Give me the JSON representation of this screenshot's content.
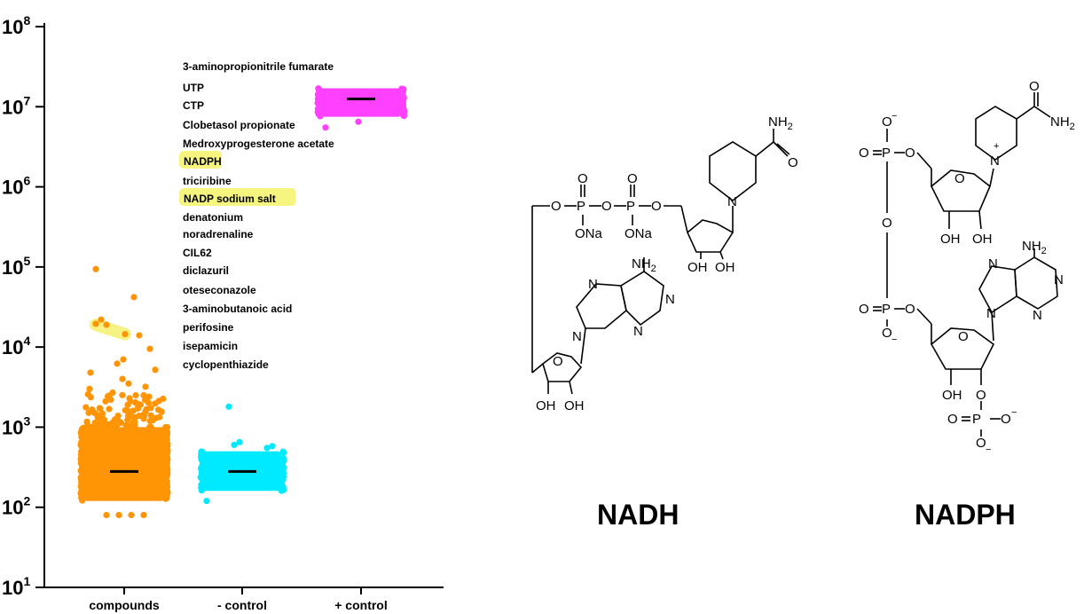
{
  "chart_data": {
    "type": "scatter",
    "yscale": "log",
    "ylim": [
      10,
      100000000
    ],
    "yticks": [
      {
        "base": "10",
        "exp": "1",
        "value": 10
      },
      {
        "base": "10",
        "exp": "2",
        "value": 100
      },
      {
        "base": "10",
        "exp": "3",
        "value": 1000
      },
      {
        "base": "10",
        "exp": "4",
        "value": 10000
      },
      {
        "base": "10",
        "exp": "5",
        "value": 100000
      },
      {
        "base": "10",
        "exp": "6",
        "value": 1000000
      },
      {
        "base": "10",
        "exp": "7",
        "value": 10000000
      },
      {
        "base": "10",
        "exp": "8",
        "value": 100000000
      }
    ],
    "categories": [
      "compounds",
      "- control",
      "+ control"
    ],
    "series": [
      {
        "category": "compounds",
        "color": "#FF9505",
        "median": 280,
        "min": 120,
        "max": 1000,
        "outliers": [
          80,
          80,
          80,
          80,
          2400,
          2200,
          2500,
          2100,
          1800,
          1700,
          1600,
          1500,
          1900,
          3000,
          4000,
          5200,
          6200,
          9500,
          14500,
          19500,
          19000,
          14000,
          22000,
          42000,
          94000,
          3500,
          4800,
          7000,
          1300,
          1200,
          1400,
          2700,
          3200
        ]
      },
      {
        "category": "- control",
        "color": "#00EAFF",
        "median": 280,
        "min": 160,
        "max": 500,
        "outliers": [
          120,
          650,
          580,
          600,
          550,
          1800
        ]
      },
      {
        "category": "+ control",
        "color": "#FF40FF",
        "median": 12500000,
        "min": 7500000,
        "max": 17000000,
        "outliers": [
          5500000,
          6500000
        ]
      }
    ],
    "highlight": {
      "values": [
        19000,
        14500
      ],
      "color": "#F5F06E"
    },
    "annotations": [
      {
        "text": "3-aminopropionitrile fumarate",
        "highlight": false
      },
      {
        "text": "UTP",
        "highlight": false
      },
      {
        "text": "CTP",
        "highlight": false
      },
      {
        "text": "Clobetasol propionate",
        "highlight": false
      },
      {
        "text": "Medroxyprogesterone acetate",
        "highlight": false
      },
      {
        "text": "NADPH",
        "highlight": true
      },
      {
        "text": "triciribine",
        "highlight": false
      },
      {
        "text": "NADP sodium salt",
        "highlight": true
      },
      {
        "text": "denatonium",
        "highlight": false
      },
      {
        "text": "noradrenaline",
        "highlight": false
      },
      {
        "text": "CIL62",
        "highlight": false
      },
      {
        "text": "diclazuril",
        "highlight": false
      },
      {
        "text": "oteseconazole",
        "highlight": false
      },
      {
        "text": "3-aminobutanoic acid",
        "highlight": false
      },
      {
        "text": "perifosine",
        "highlight": false
      },
      {
        "text": "isepamicin",
        "highlight": false
      },
      {
        "text": "cyclopenthiazide",
        "highlight": false
      }
    ],
    "annotation_highlight_color": "#F5F580"
  },
  "structures": {
    "nadh": {
      "name": "NADH",
      "labels": {
        "o": "O",
        "p": "P",
        "ona": "ONa",
        "oh": "OH",
        "n": "N",
        "nh2": "NH",
        "nh2_sub": "2"
      }
    },
    "nadph": {
      "name": "NADPH",
      "labels": {
        "o": "O",
        "p": "P",
        "oh": "OH",
        "n": "N",
        "nh2": "NH",
        "nh2_sub": "2",
        "minus": "−",
        "plus": "+"
      }
    }
  }
}
